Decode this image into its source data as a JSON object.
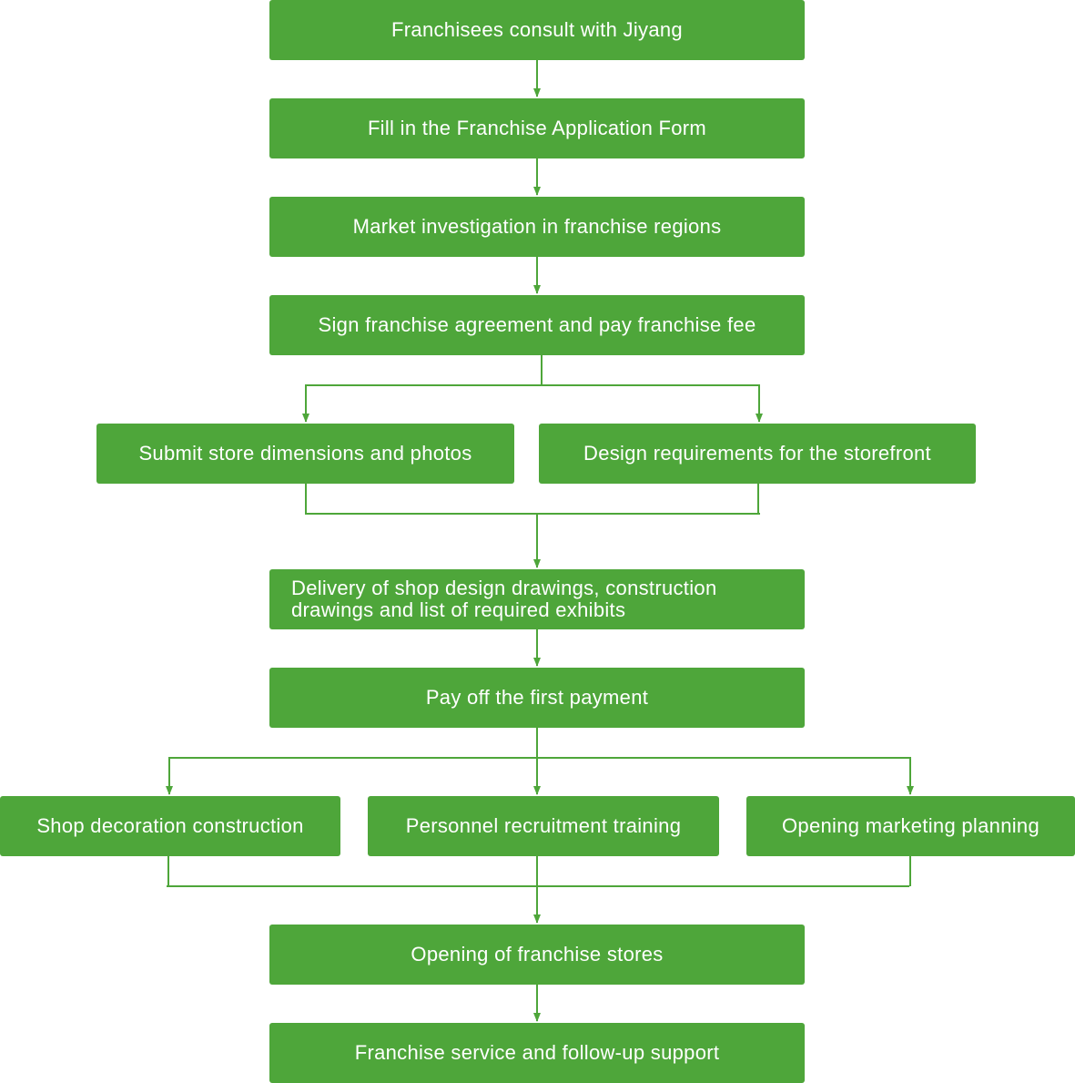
{
  "colors": {
    "box_fill": "#4ea63a",
    "connector": "#4ea63a",
    "text": "#ffffff",
    "background": "#ffffff"
  },
  "steps": {
    "consult": "Franchisees consult with Jiyang",
    "application_form": "Fill in the Franchise Application Form",
    "market_investigation": "Market investigation in franchise regions",
    "sign_agreement": "Sign franchise agreement and pay franchise fee",
    "submit_dimensions": "Submit store dimensions and photos",
    "design_requirements": "Design requirements for the storefront",
    "delivery_drawings": "Delivery of shop design drawings, construction drawings and list of required exhibits",
    "first_payment": "Pay off the first payment",
    "decoration_construction": "Shop decoration construction",
    "personnel_training": "Personnel recruitment training",
    "marketing_planning": "Opening marketing planning",
    "opening_stores": "Opening of franchise stores",
    "follow_up_support": "Franchise service and follow-up support"
  }
}
